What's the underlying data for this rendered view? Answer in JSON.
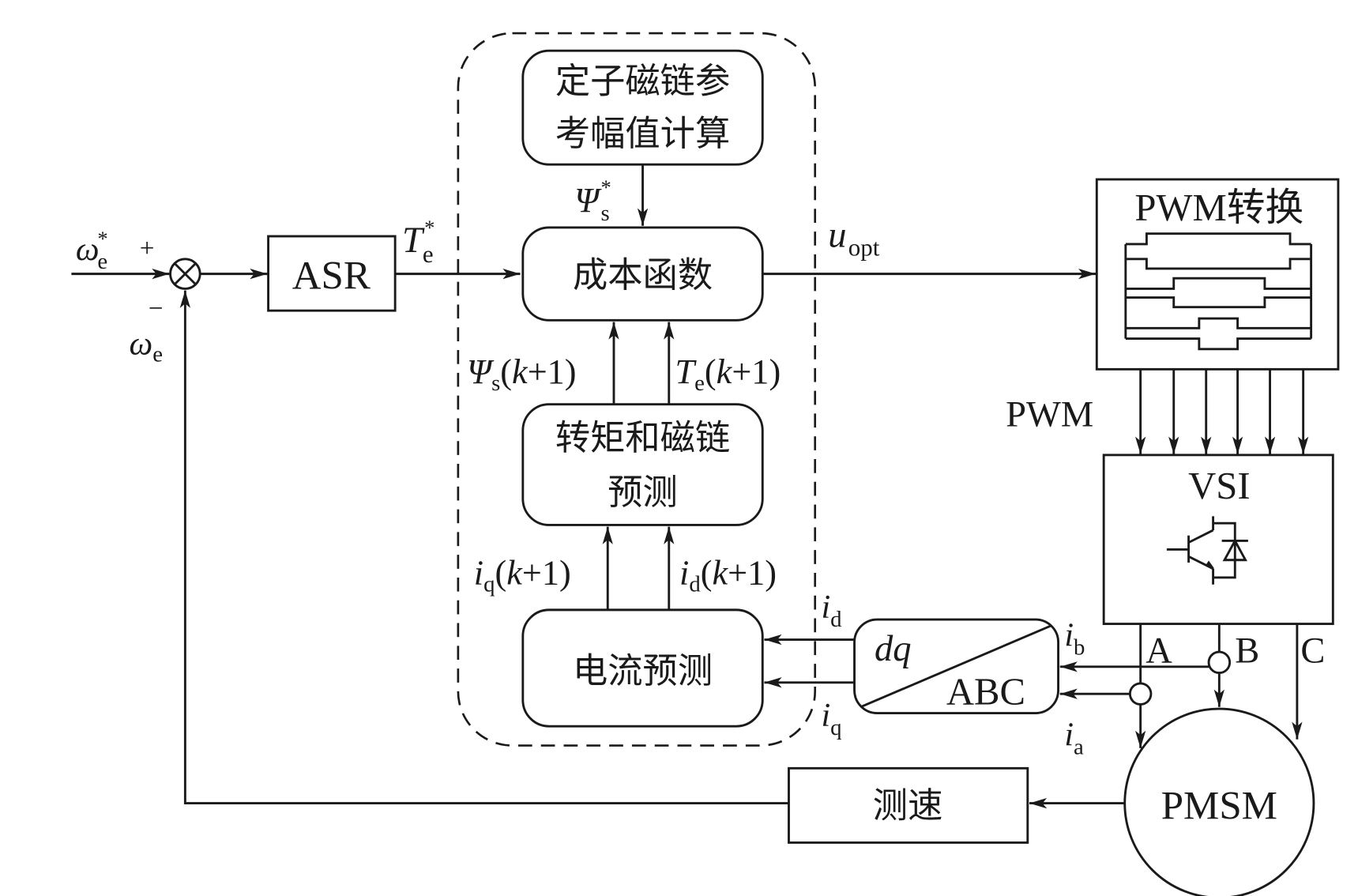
{
  "blocks": {
    "asr": "ASR",
    "flux_ref_line1": "定子磁链参",
    "flux_ref_line2": "考幅值计算",
    "cost_function": "成本函数",
    "predict_line1": "转矩和磁链",
    "predict_line2": "预测",
    "current_predict": "电流预测",
    "pwm_convert": "PWM转换",
    "vsi": "VSI",
    "pmsm": "PMSM",
    "speed_measure": "测速",
    "dq": "dq",
    "abc": "ABC"
  },
  "signals": {
    "omega_ref": {
      "main": "ω",
      "sub": "e",
      "sup": "*"
    },
    "plus": "+",
    "minus": "−",
    "omega": {
      "main": "ω",
      "sub": "e"
    },
    "torque_ref": {
      "main": "T",
      "sub": "e",
      "sup": "*"
    },
    "flux_ref": {
      "main": "Ψ",
      "sub": "s",
      "sup": "*"
    },
    "u_opt": {
      "main": "u",
      "sub": "opt"
    },
    "flux_pred": {
      "main": "Ψ",
      "sub": "s",
      "arg_open": "(",
      "k": "k",
      "rest": "+1)"
    },
    "torque_pred": {
      "main": "T",
      "sub": "e",
      "arg_open": "(",
      "k": "k",
      "rest": "+1)"
    },
    "iq_pred": {
      "main": "i",
      "sub": "q",
      "arg_open": "(",
      "k": "k",
      "rest": "+1)"
    },
    "id_pred": {
      "main": "i",
      "sub": "d",
      "arg_open": "(",
      "k": "k",
      "rest": "+1)"
    },
    "id": {
      "main": "i",
      "sub": "d"
    },
    "iq": {
      "main": "i",
      "sub": "q"
    },
    "ib": {
      "main": "i",
      "sub": "b"
    },
    "ia": {
      "main": "i",
      "sub": "a"
    },
    "pwm": "PWM",
    "phase_a": "A",
    "phase_b": "B",
    "phase_c": "C"
  }
}
